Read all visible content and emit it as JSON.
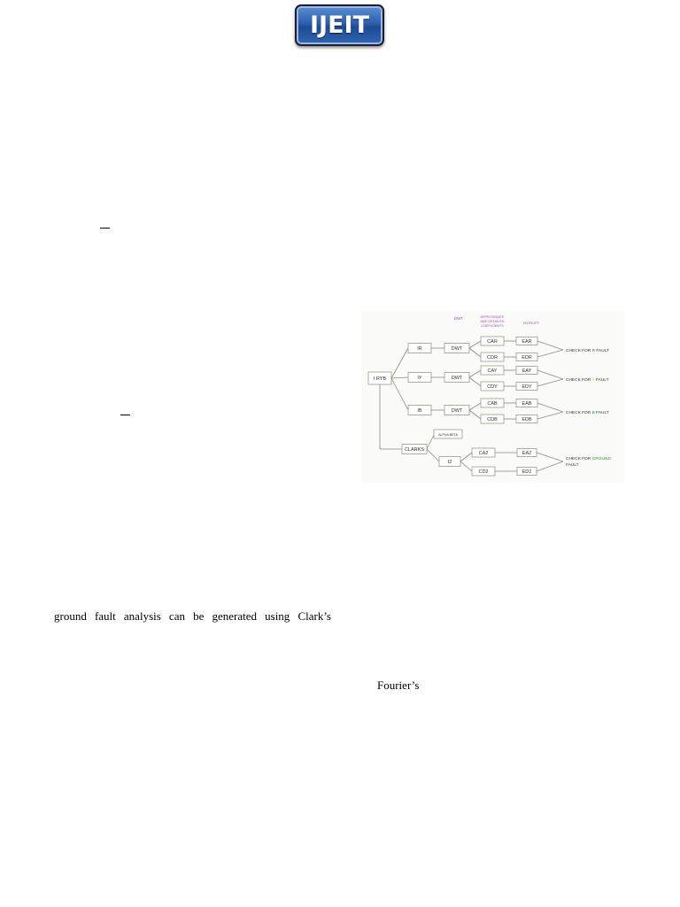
{
  "header": {
    "logo_text": "IJEIT"
  },
  "body_text": {
    "line_1": "ground fault analysis can be generated using Clark’s",
    "line_2": "Fourier’s"
  },
  "figure": {
    "column_labels": {
      "dwt": "DWT",
      "coefficients": [
        "APPROXIMATE",
        "AND DETAILED",
        "COEFICIENTS"
      ],
      "entropy": "ENTROPY"
    },
    "input": "I RYB",
    "clarks": "CLARKS",
    "alpha_beta": "ALPHA BETA",
    "dwt_label": "DWT",
    "phases": [
      {
        "current": "IR",
        "approx": "CAR",
        "detail": "CDR",
        "e_approx": "EAR",
        "e_detail": "EDR",
        "check_prefix": "CHECK FOR ",
        "phase": "R",
        "check_suffix": " FAULT",
        "color": "#d0284c"
      },
      {
        "current": "IY",
        "approx": "CAY",
        "detail": "CDY",
        "e_approx": "EAY",
        "e_detail": "EDY",
        "check_prefix": "CHECK FOR ",
        "phase": "Y",
        "check_suffix": " FAULT",
        "color": "#e3c81a"
      },
      {
        "current": "IB",
        "approx": "CAB",
        "detail": "CDB",
        "e_approx": "EAB",
        "e_detail": "EDB",
        "check_prefix": "CHECK FOR ",
        "phase": "B",
        "check_suffix": " FAULT",
        "color": "#2f73c8"
      }
    ],
    "ground": {
      "current": "I2",
      "approx": "CA2",
      "detail": "CD2",
      "e_approx": "EA2",
      "e_detail": "ED2",
      "check_prefix": "CHECK FOR ",
      "phase": "GROUND",
      "check_suffix": "FAULT",
      "color": "#2e9a3e"
    },
    "colors": {
      "header": "#9a4fb5",
      "box_border": "#9c9c8a",
      "line": "#8a8a80",
      "text": "#333333"
    }
  }
}
